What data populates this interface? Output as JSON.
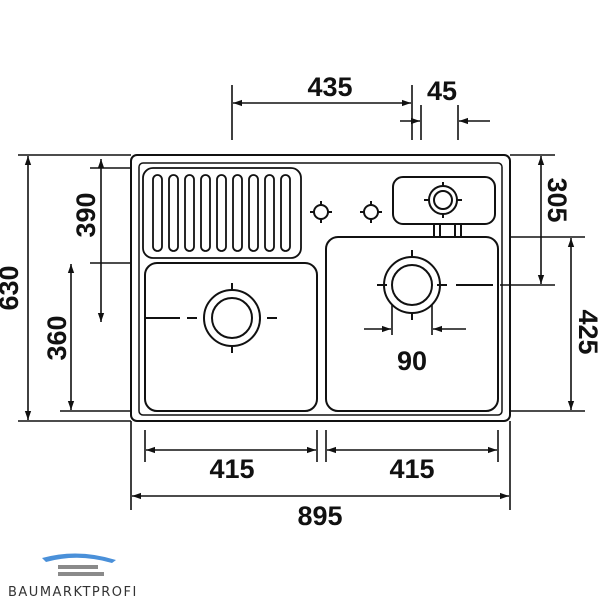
{
  "dimensions": {
    "overall_width": "895",
    "overall_depth": "630",
    "left_bowl_width": "415",
    "right_bowl_width": "415",
    "drainer_depth": "390",
    "left_bowl_depth": "360",
    "right_small_bowl_depth": "305",
    "right_bowl_depth": "425",
    "drain_offset": "435",
    "tap_hole_spacing": "45",
    "drain_diameter": "90"
  },
  "logo": {
    "text": "BAUMARKTPROFI"
  },
  "colors": {
    "line": "#111111",
    "logo_blue": "#4a90d9",
    "logo_gray": "#8a8a8a"
  }
}
